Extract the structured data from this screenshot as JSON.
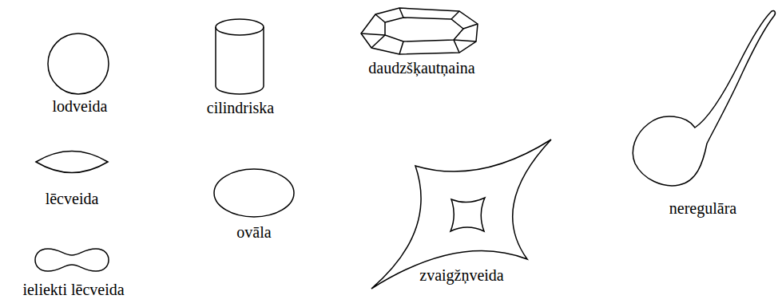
{
  "diagram": {
    "labels": [
      "lodveida",
      "cilindriska",
      "daudzšķautņaina",
      "lēcveida",
      "ovāla",
      "zvaigžņveida",
      "neregulāra",
      "ieliekti lēcveida"
    ]
  }
}
